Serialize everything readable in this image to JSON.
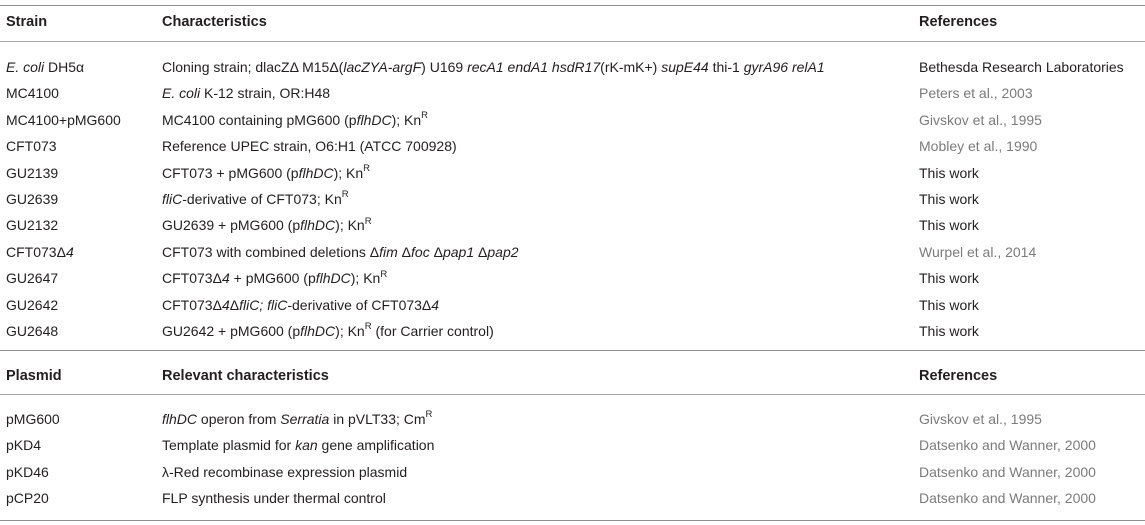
{
  "table1": {
    "headers": [
      "Strain",
      "Characteristics",
      "References"
    ],
    "rows": [
      {
        "name": [
          {
            "t": "E. coli",
            "i": true
          },
          {
            "t": " DH5α"
          }
        ],
        "desc": [
          {
            "t": "Cloning strain; dlacZΔ M15Δ("
          },
          {
            "t": "lacZYA-argF",
            "i": true
          },
          {
            "t": ") U169 "
          },
          {
            "t": "recA1 endA1 hsdR17",
            "i": true
          },
          {
            "t": "(rK-mK+) "
          },
          {
            "t": "supE44",
            "i": true
          },
          {
            "t": " thi-1 "
          },
          {
            "t": "gyrA96 relA1",
            "i": true
          }
        ],
        "ref": "Bethesda Research Laboratories",
        "ref_gray": false
      },
      {
        "name": [
          {
            "t": "MC4100"
          }
        ],
        "desc": [
          {
            "t": "E. coli",
            "i": true
          },
          {
            "t": " K-12 strain, OR:H48"
          }
        ],
        "ref": "Peters et al., 2003",
        "ref_gray": true
      },
      {
        "name": [
          {
            "t": "MC4100+pMG600"
          }
        ],
        "desc": [
          {
            "t": "MC4100 containing pMG600 (p"
          },
          {
            "t": "flhDC",
            "i": true
          },
          {
            "t": "); Kn"
          },
          {
            "t": "R",
            "sup": true
          }
        ],
        "ref": "Givskov et al., 1995",
        "ref_gray": true
      },
      {
        "name": [
          {
            "t": "CFT073"
          }
        ],
        "desc": [
          {
            "t": "Reference UPEC strain, O6:H1 (ATCC 700928)"
          }
        ],
        "ref": "Mobley et al., 1990",
        "ref_gray": true
      },
      {
        "name": [
          {
            "t": "GU2139"
          }
        ],
        "desc": [
          {
            "t": "CFT073 + pMG600 (p"
          },
          {
            "t": "flhDC",
            "i": true
          },
          {
            "t": "); Kn"
          },
          {
            "t": "R",
            "sup": true
          }
        ],
        "ref": "This work",
        "ref_gray": false
      },
      {
        "name": [
          {
            "t": "GU2639"
          }
        ],
        "desc": [
          {
            "t": "fliC",
            "i": true
          },
          {
            "t": "-derivative of CFT073; Kn"
          },
          {
            "t": "R",
            "sup": true
          }
        ],
        "ref": "This work",
        "ref_gray": false
      },
      {
        "name": [
          {
            "t": "GU2132"
          }
        ],
        "desc": [
          {
            "t": "GU2639 + pMG600 (p"
          },
          {
            "t": "flhDC",
            "i": true
          },
          {
            "t": "); Kn"
          },
          {
            "t": "R",
            "sup": true
          }
        ],
        "ref": "This work",
        "ref_gray": false
      },
      {
        "name": [
          {
            "t": "CFT073Δ"
          },
          {
            "t": "4",
            "i": true
          }
        ],
        "desc": [
          {
            "t": "CFT073 with combined deletions Δ"
          },
          {
            "t": "fim",
            "i": true
          },
          {
            "t": " Δ"
          },
          {
            "t": "foc",
            "i": true
          },
          {
            "t": " Δ"
          },
          {
            "t": "pap1",
            "i": true
          },
          {
            "t": " Δ"
          },
          {
            "t": "pap2",
            "i": true
          }
        ],
        "ref": "Wurpel et al., 2014",
        "ref_gray": true
      },
      {
        "name": [
          {
            "t": "GU2647"
          }
        ],
        "desc": [
          {
            "t": "CFT073Δ"
          },
          {
            "t": "4",
            "i": true
          },
          {
            "t": " + pMG600 (p"
          },
          {
            "t": "flhDC",
            "i": true
          },
          {
            "t": "); Kn"
          },
          {
            "t": "R",
            "sup": true
          }
        ],
        "ref": "This work",
        "ref_gray": false
      },
      {
        "name": [
          {
            "t": "GU2642"
          }
        ],
        "desc": [
          {
            "t": "CFT073Δ"
          },
          {
            "t": "4",
            "i": true
          },
          {
            "t": "Δ"
          },
          {
            "t": "fliC; fliC",
            "i": true
          },
          {
            "t": "-derivative of CFT073Δ"
          },
          {
            "t": "4",
            "i": true
          }
        ],
        "ref": "This work",
        "ref_gray": false
      },
      {
        "name": [
          {
            "t": "GU2648"
          }
        ],
        "desc": [
          {
            "t": "GU2642 + pMG600 (p"
          },
          {
            "t": "flhDC",
            "i": true
          },
          {
            "t": "); Kn"
          },
          {
            "t": "R",
            "sup": true
          },
          {
            "t": " (for Carrier control)"
          }
        ],
        "ref": "This work",
        "ref_gray": false
      }
    ]
  },
  "table2": {
    "headers": [
      "Plasmid",
      "Relevant characteristics",
      "References"
    ],
    "rows": [
      {
        "name": [
          {
            "t": "pMG600"
          }
        ],
        "desc": [
          {
            "t": "flhDC",
            "i": true
          },
          {
            "t": " operon from "
          },
          {
            "t": "Serratia",
            "i": true
          },
          {
            "t": " in pVLT33; Cm"
          },
          {
            "t": "R",
            "sup": true
          }
        ],
        "ref": "Givskov et al., 1995",
        "ref_gray": true
      },
      {
        "name": [
          {
            "t": "pKD4"
          }
        ],
        "desc": [
          {
            "t": "Template plasmid for "
          },
          {
            "t": "kan",
            "i": true
          },
          {
            "t": " gene amplification"
          }
        ],
        "ref": "Datsenko and Wanner, 2000",
        "ref_gray": true
      },
      {
        "name": [
          {
            "t": "pKD46"
          }
        ],
        "desc": [
          {
            "t": "λ-Red recombinase expression plasmid"
          }
        ],
        "ref": "Datsenko and Wanner, 2000",
        "ref_gray": true
      },
      {
        "name": [
          {
            "t": "pCP20"
          }
        ],
        "desc": [
          {
            "t": "FLP synthesis under thermal control"
          }
        ],
        "ref": "Datsenko and Wanner, 2000",
        "ref_gray": true
      }
    ]
  }
}
